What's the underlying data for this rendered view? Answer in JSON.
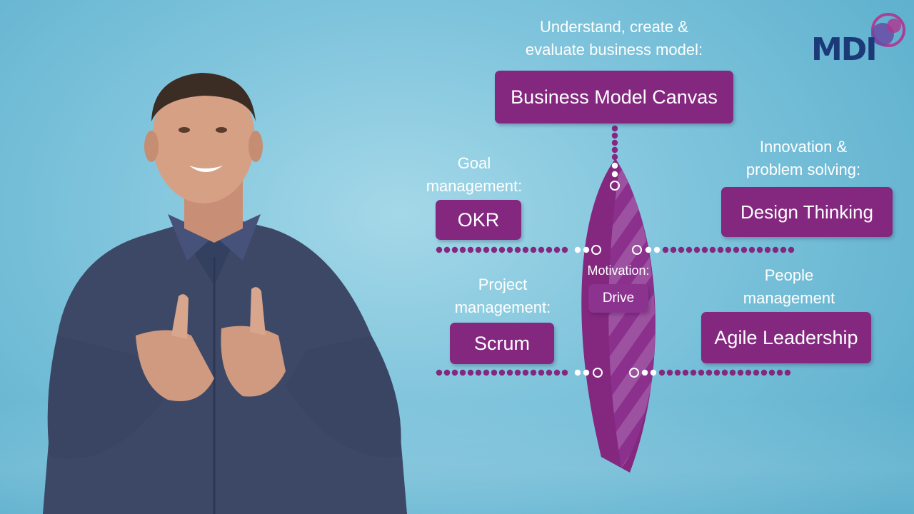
{
  "diagram": {
    "center": {
      "label": "Motivation:",
      "box": "Drive"
    },
    "nodes": {
      "bmc": {
        "label": "Understand, create &\nevaluate business model:",
        "box": "Business Model Canvas"
      },
      "okr": {
        "label": "Goal\nmanagement:",
        "box": "OKR"
      },
      "design": {
        "label": "Innovation &\nproblem solving:",
        "box": "Design Thinking"
      },
      "scrum": {
        "label": "Project\nmanagement:",
        "box": "Scrum"
      },
      "leadership": {
        "label": "People\nmanagement",
        "box": "Agile Leadership"
      }
    }
  },
  "logo": {
    "text": "MDI",
    "color": "#1d3a78",
    "accent": "#b2338f"
  },
  "colors": {
    "primary": "#84277f",
    "background": "#8ccbe0",
    "text": "#ffffff"
  }
}
